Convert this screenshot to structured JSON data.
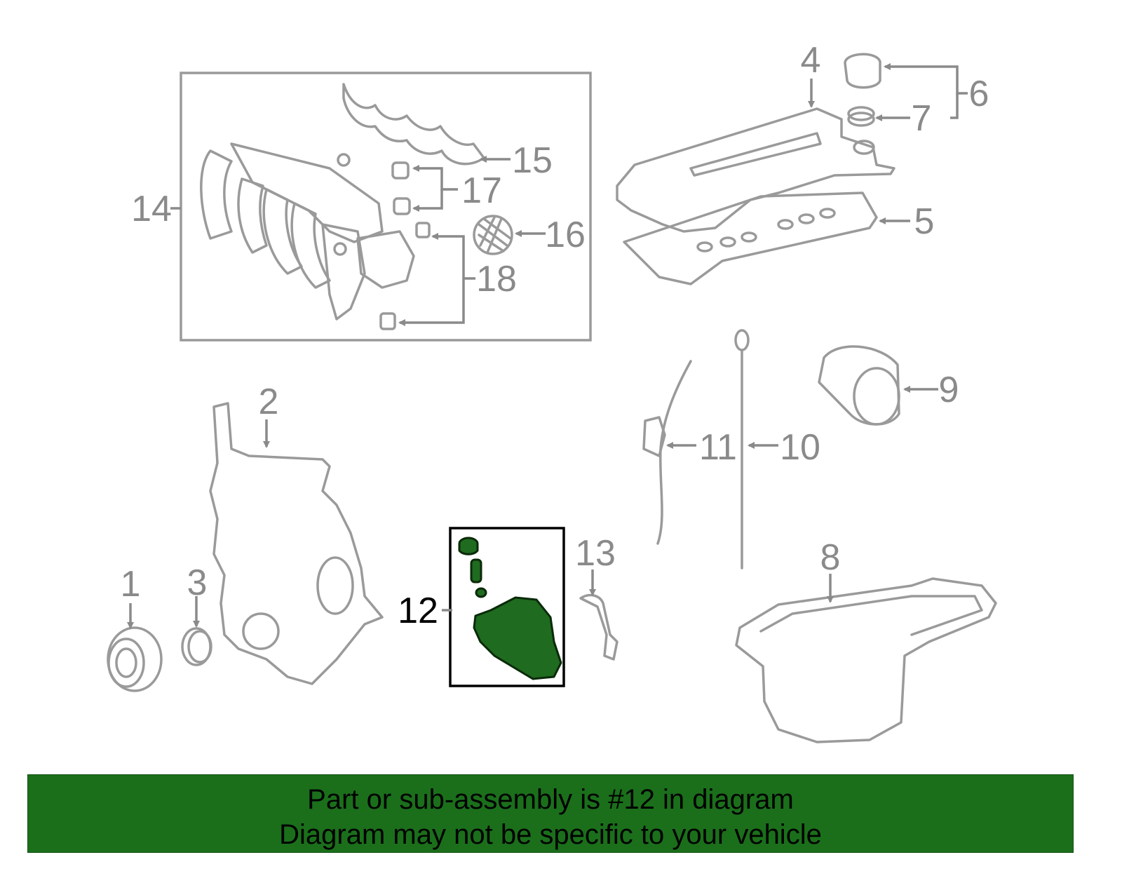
{
  "callouts": {
    "c1": "1",
    "c2": "2",
    "c3": "3",
    "c4": "4",
    "c5": "5",
    "c6": "6",
    "c7": "7",
    "c8": "8",
    "c9": "9",
    "c10": "10",
    "c11": "11",
    "c12": "12",
    "c13": "13",
    "c14": "14",
    "c15": "15",
    "c16": "16",
    "c17": "17",
    "c18": "18"
  },
  "highlighted_part": "12",
  "colors": {
    "highlight": "#1f6b1f",
    "banner": "#1b6f1b",
    "line_art": "#9a9a9a"
  },
  "banner": {
    "line1": "Part or sub-assembly is #12 in diagram",
    "line2": "Diagram may not be specific to your vehicle"
  }
}
